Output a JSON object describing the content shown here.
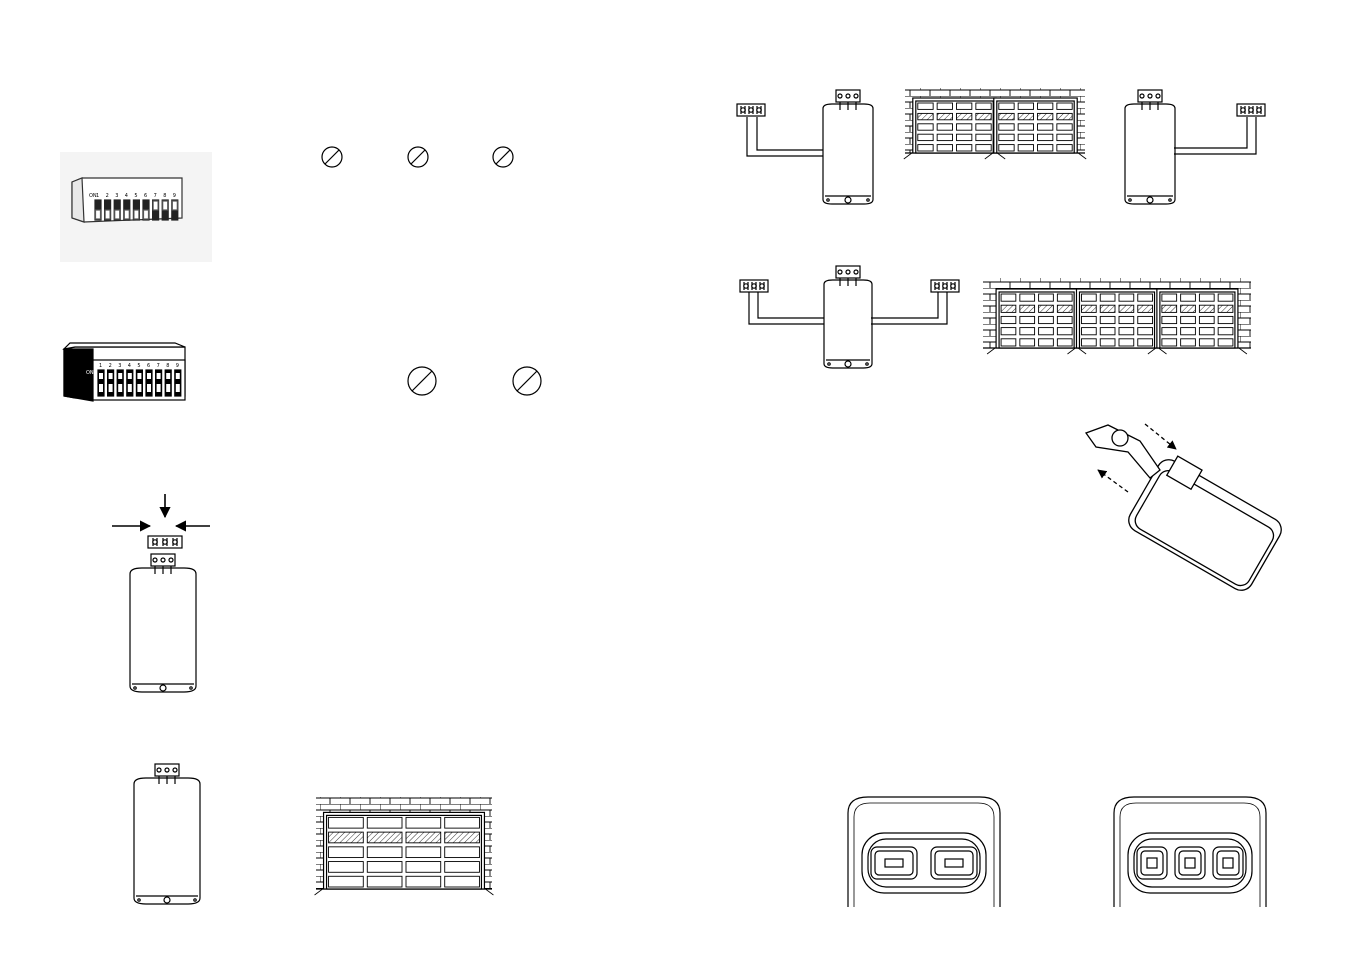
{
  "colors": {
    "ink": "#000000",
    "paper": "#ffffff",
    "photo_bg": "#f2f2f2"
  },
  "dip_switch_small": {
    "labels": [
      "1",
      "2",
      "3",
      "4",
      "5",
      "6",
      "7",
      "8",
      "9"
    ],
    "on_label": "ON"
  },
  "dip_switch_large": {
    "labels": [
      "1",
      "2",
      "3",
      "4",
      "5",
      "6",
      "7",
      "8",
      "9"
    ],
    "on_label": "ON"
  },
  "icons": [
    "prohibited-slash-icon",
    "arrow-down-icon",
    "arrow-right-icon",
    "arrow-left-icon",
    "terminal-block-icon",
    "receiver-icon",
    "garage-door-icon",
    "remote-control-icon",
    "pliers-icon"
  ],
  "garage_doors": {
    "single_door_count": 1,
    "double_door_count": 2,
    "triple_door_count": 3
  },
  "remotes": {
    "two_button_count": 2,
    "three_button_count": 3
  }
}
